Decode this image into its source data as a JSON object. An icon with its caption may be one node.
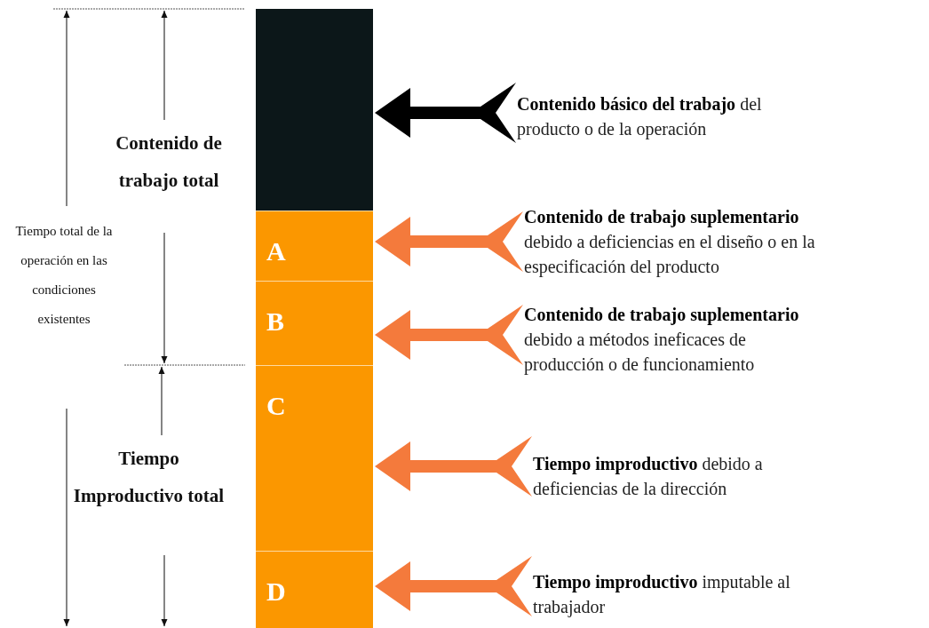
{
  "diagram": {
    "nodes": [
      {
        "text": [],
        "shape": "bar"
      },
      {
        "text": [
          "A"
        ]
      },
      {
        "text": [
          "B"
        ]
      },
      {
        "text": [
          "C"
        ]
      },
      {
        "text": [
          "D"
        ]
      },
      {
        "text": [
          "**Contenido básico del trabajo** del producto o de la operación"
        ]
      },
      {
        "text": [
          "**Contenido de trabajo suplementario** debido a deficiencias en el diseño o en la especificación del producto"
        ]
      },
      {
        "text": [
          "**Contenido de trabajo suplementario** debido a métodos ineficaces de producción o de funcionamiento"
        ]
      },
      {
        "text": [
          "**Tiempo improductivo** debido a deficiencias de la dirección"
        ]
      },
      {
        "text": [
          "**Tiempo improductivo** imputable al trabajador"
        ]
      }
    ],
    "edges": [
      {
        "from": 5,
        "to": 0,
        "arrow": "to",
        "color": "#000000"
      },
      {
        "from": 6,
        "to": 1,
        "arrow": "to"
      },
      {
        "from": 7,
        "to": 2,
        "arrow": "to"
      },
      {
        "from": 8,
        "to": 3,
        "arrow": "to"
      },
      {
        "from": 9,
        "to": 4,
        "arrow": "to"
      }
    ],
    "labels": [
      "Contenido de trabajo total",
      "Tiempo total de la operación en las condiciones existentes",
      "Tiempo Improductivo total"
    ]
  }
}
